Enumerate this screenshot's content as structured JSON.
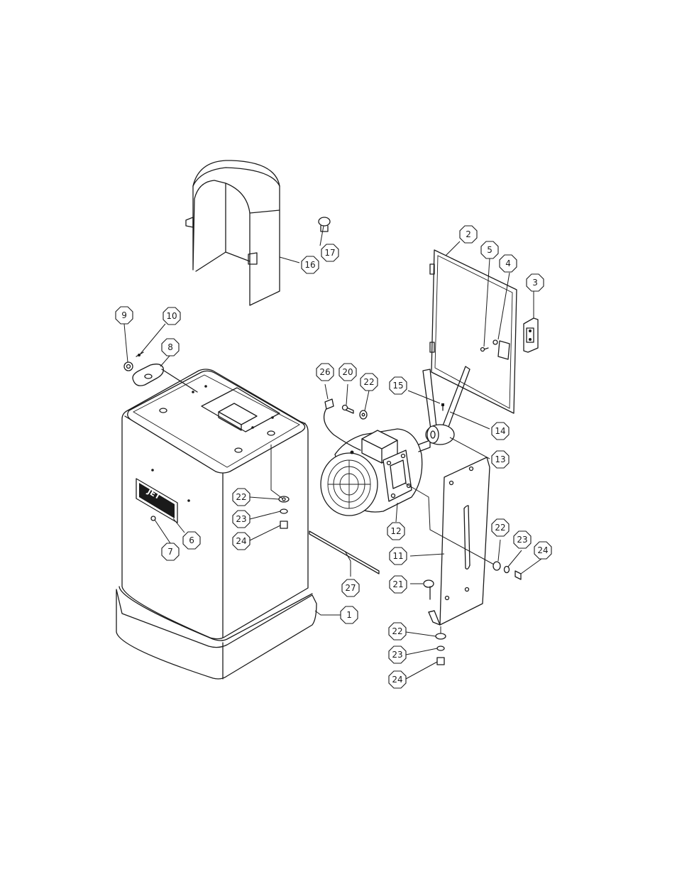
{
  "diagram": {
    "logo_text": "JET",
    "callouts": [
      {
        "id": "c1",
        "label": "1"
      },
      {
        "id": "c2",
        "label": "2"
      },
      {
        "id": "c3",
        "label": "3"
      },
      {
        "id": "c4",
        "label": "4"
      },
      {
        "id": "c5",
        "label": "5"
      },
      {
        "id": "c6",
        "label": "6"
      },
      {
        "id": "c7",
        "label": "7"
      },
      {
        "id": "c8",
        "label": "8"
      },
      {
        "id": "c9",
        "label": "9"
      },
      {
        "id": "c10",
        "label": "10"
      },
      {
        "id": "c11",
        "label": "11"
      },
      {
        "id": "c12",
        "label": "12"
      },
      {
        "id": "c13",
        "label": "13"
      },
      {
        "id": "c14",
        "label": "14"
      },
      {
        "id": "c15",
        "label": "15"
      },
      {
        "id": "c16",
        "label": "16"
      },
      {
        "id": "c17",
        "label": "17"
      },
      {
        "id": "c20",
        "label": "20"
      },
      {
        "id": "c21",
        "label": "21"
      },
      {
        "id": "c22a",
        "label": "22"
      },
      {
        "id": "c23a",
        "label": "23"
      },
      {
        "id": "c24a",
        "label": "24"
      },
      {
        "id": "c22b",
        "label": "22"
      },
      {
        "id": "c22c",
        "label": "22"
      },
      {
        "id": "c23c",
        "label": "23"
      },
      {
        "id": "c24c",
        "label": "24"
      },
      {
        "id": "c22d",
        "label": "22"
      },
      {
        "id": "c23d",
        "label": "23"
      },
      {
        "id": "c24d",
        "label": "24"
      },
      {
        "id": "c26",
        "label": "26"
      },
      {
        "id": "c27",
        "label": "27"
      }
    ]
  }
}
